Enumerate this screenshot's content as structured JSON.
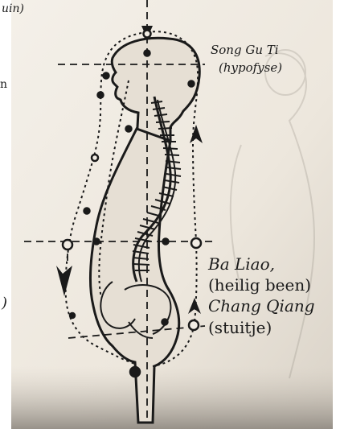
{
  "image": {
    "background": "#f1ece4",
    "ink": "#1a1a1a",
    "figure_fill": "#e4ddd2"
  },
  "labels": {
    "top_cut": "uin)",
    "song_gu_ti": "Song Gu Ti",
    "hypofyse": "(hypofyse)",
    "ba_liao": "Ba Liao,",
    "heilig_been": "(heilig been)",
    "chang_qiang": "Chang Qiang",
    "stuitje": "(stuitje)",
    "left_edge_n": "n",
    "left_edge_paren": ")"
  }
}
